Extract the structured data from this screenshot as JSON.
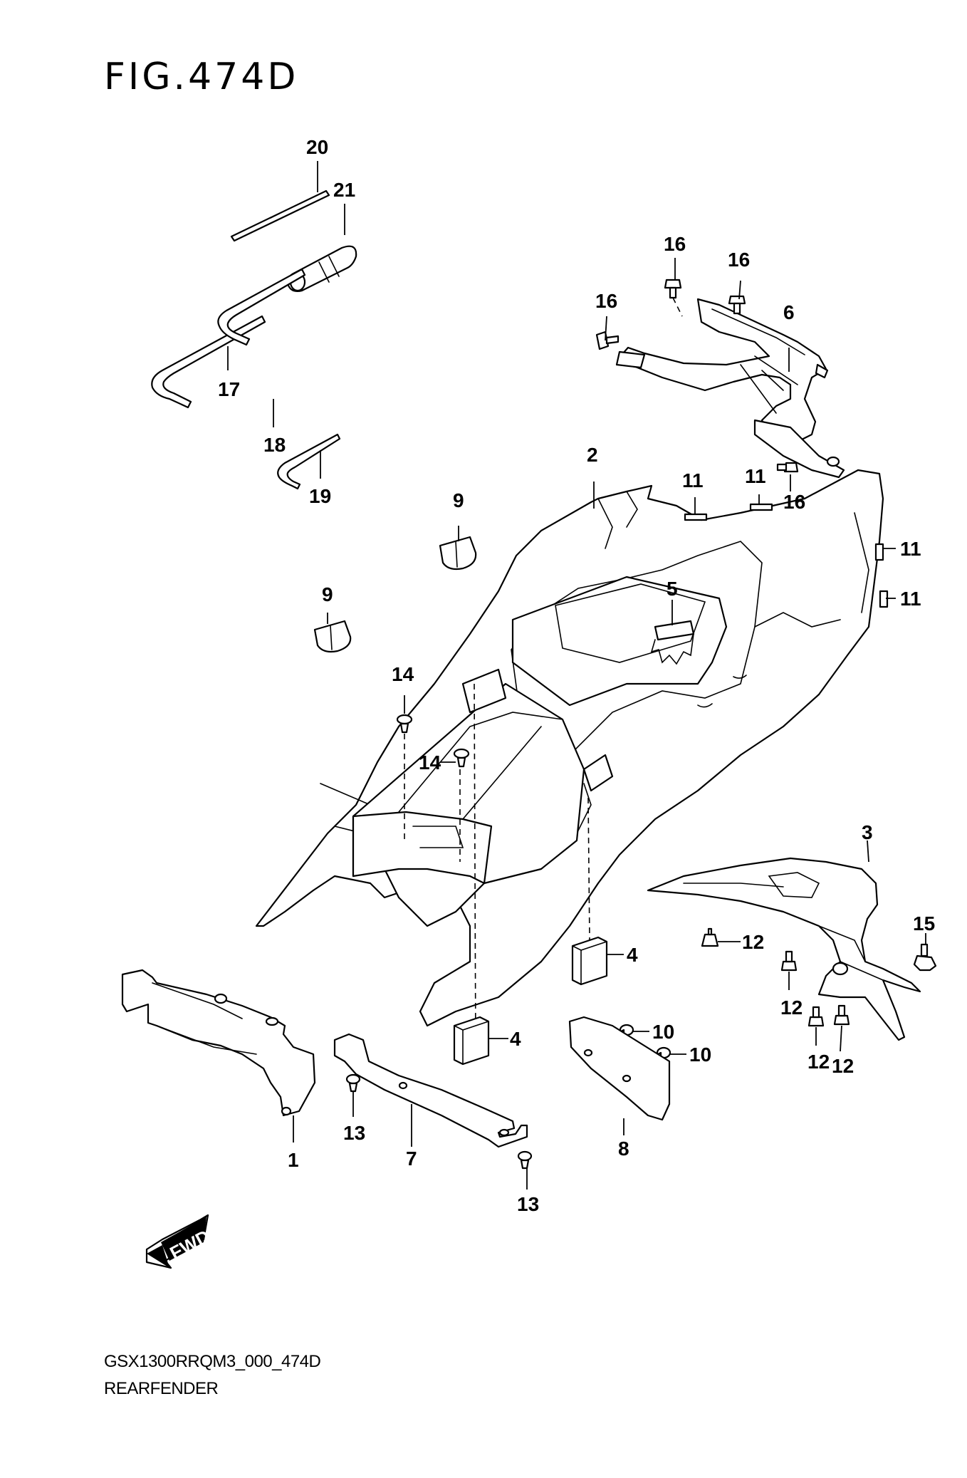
{
  "figure": {
    "title": "FIG.474D",
    "code": "GSX1300RRQM3_000_474D",
    "name": "REARFENDER"
  },
  "fwd_badge": "FWD",
  "callouts": [
    {
      "id": "c20",
      "text": "20"
    },
    {
      "id": "c21",
      "text": "21"
    },
    {
      "id": "c17",
      "text": "17"
    },
    {
      "id": "c18",
      "text": "18"
    },
    {
      "id": "c19",
      "text": "19"
    },
    {
      "id": "c16a",
      "text": "16"
    },
    {
      "id": "c16b",
      "text": "16"
    },
    {
      "id": "c16c",
      "text": "16"
    },
    {
      "id": "c16d",
      "text": "16"
    },
    {
      "id": "c6",
      "text": "6"
    },
    {
      "id": "c2",
      "text": "2"
    },
    {
      "id": "c9a",
      "text": "9"
    },
    {
      "id": "c9b",
      "text": "9"
    },
    {
      "id": "c11a",
      "text": "11"
    },
    {
      "id": "c11b",
      "text": "11"
    },
    {
      "id": "c11c",
      "text": "11"
    },
    {
      "id": "c11d",
      "text": "11"
    },
    {
      "id": "c5",
      "text": "5"
    },
    {
      "id": "c14a",
      "text": "14"
    },
    {
      "id": "c14b",
      "text": "14"
    },
    {
      "id": "c3",
      "text": "3"
    },
    {
      "id": "c15",
      "text": "15"
    },
    {
      "id": "c12a",
      "text": "12"
    },
    {
      "id": "c12b",
      "text": "12"
    },
    {
      "id": "c12c",
      "text": "12"
    },
    {
      "id": "c12d",
      "text": "12"
    },
    {
      "id": "c4a",
      "text": "4"
    },
    {
      "id": "c4b",
      "text": "4"
    },
    {
      "id": "c10a",
      "text": "10"
    },
    {
      "id": "c10b",
      "text": "10"
    },
    {
      "id": "c1",
      "text": "1"
    },
    {
      "id": "c7",
      "text": "7"
    },
    {
      "id": "c8",
      "text": "8"
    },
    {
      "id": "c13a",
      "text": "13"
    },
    {
      "id": "c13b",
      "text": "13"
    }
  ]
}
